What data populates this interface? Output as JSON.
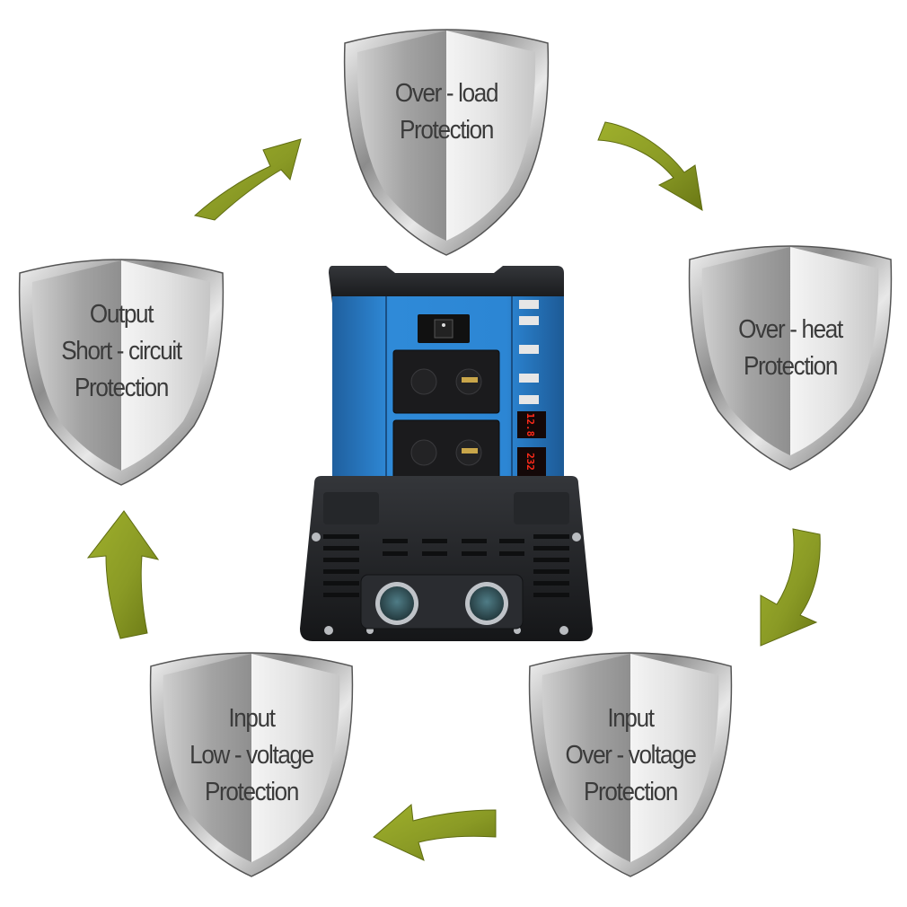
{
  "shields": [
    {
      "id": "overload",
      "lines": [
        "Over - load",
        "Protection"
      ]
    },
    {
      "id": "overheat",
      "lines": [
        "Over - heat",
        "Protection"
      ]
    },
    {
      "id": "input-overvoltage",
      "lines": [
        "Input",
        "Over - voltage",
        "Protection"
      ]
    },
    {
      "id": "input-lowvoltage",
      "lines": [
        "Input",
        "Low - voltage",
        "Protection"
      ]
    },
    {
      "id": "output-short-circuit",
      "lines": [
        "Output",
        "Short - circuit",
        "Protection"
      ]
    }
  ],
  "device": {
    "display_top": "12.8",
    "display_bottom": "232"
  },
  "colors": {
    "arrow": "#8a9a25",
    "arrow_dark": "#6f7d17",
    "device_blue": "#2d86d2",
    "device_black": "#1e1f22",
    "display_red": "#ff2a1a"
  }
}
